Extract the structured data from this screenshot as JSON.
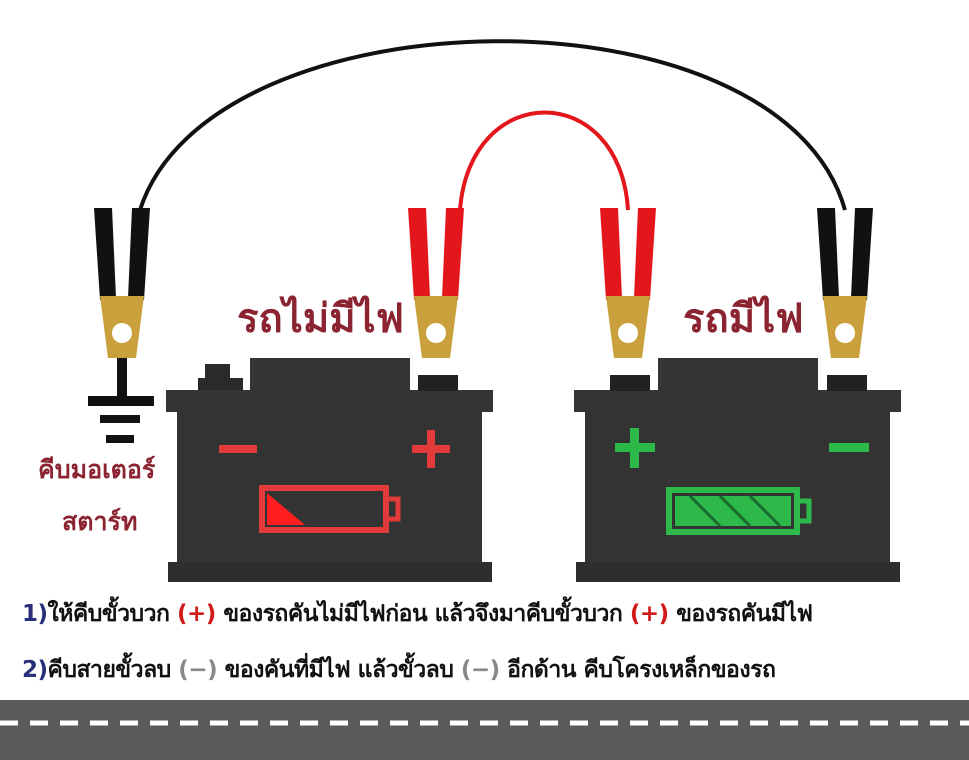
{
  "labels": {
    "dead_car": "รถไม่มีไฟ",
    "live_car": "รถมีไฟ",
    "ground_line1": "คีบมอเตอร์",
    "ground_line2": "สตาร์ท"
  },
  "batteries": {
    "dead": {
      "plus": "+",
      "minus": "−",
      "charge_level": 0.15
    },
    "live": {
      "plus": "+",
      "minus": "−",
      "charge_level": 1.0
    }
  },
  "instructions": [
    {
      "num": "1)",
      "parts": [
        "ให้คีบขั้วบวก",
        "(+)",
        "ของรถคันไม่มีไฟก่อน  แล้วจึงมาคีบขั้วบวก",
        "(+)",
        "ของรถคันมีไฟ"
      ]
    },
    {
      "num": "2)",
      "parts": [
        "คีบสายขั้วลบ",
        "(−)",
        "ของคันที่มีไฟ  แล้วขั้วลบ",
        "(−)",
        "อีกด้าน  คีบโครงเหล็กของรถ"
      ]
    }
  ],
  "colors": {
    "red_cable": "#e3161b",
    "black_cable": "#111111",
    "battery": "#353535",
    "dead_red": "#e03a3a",
    "live_green": "#2db84a",
    "label": "#8b2331",
    "road": "#5a5a5a"
  }
}
